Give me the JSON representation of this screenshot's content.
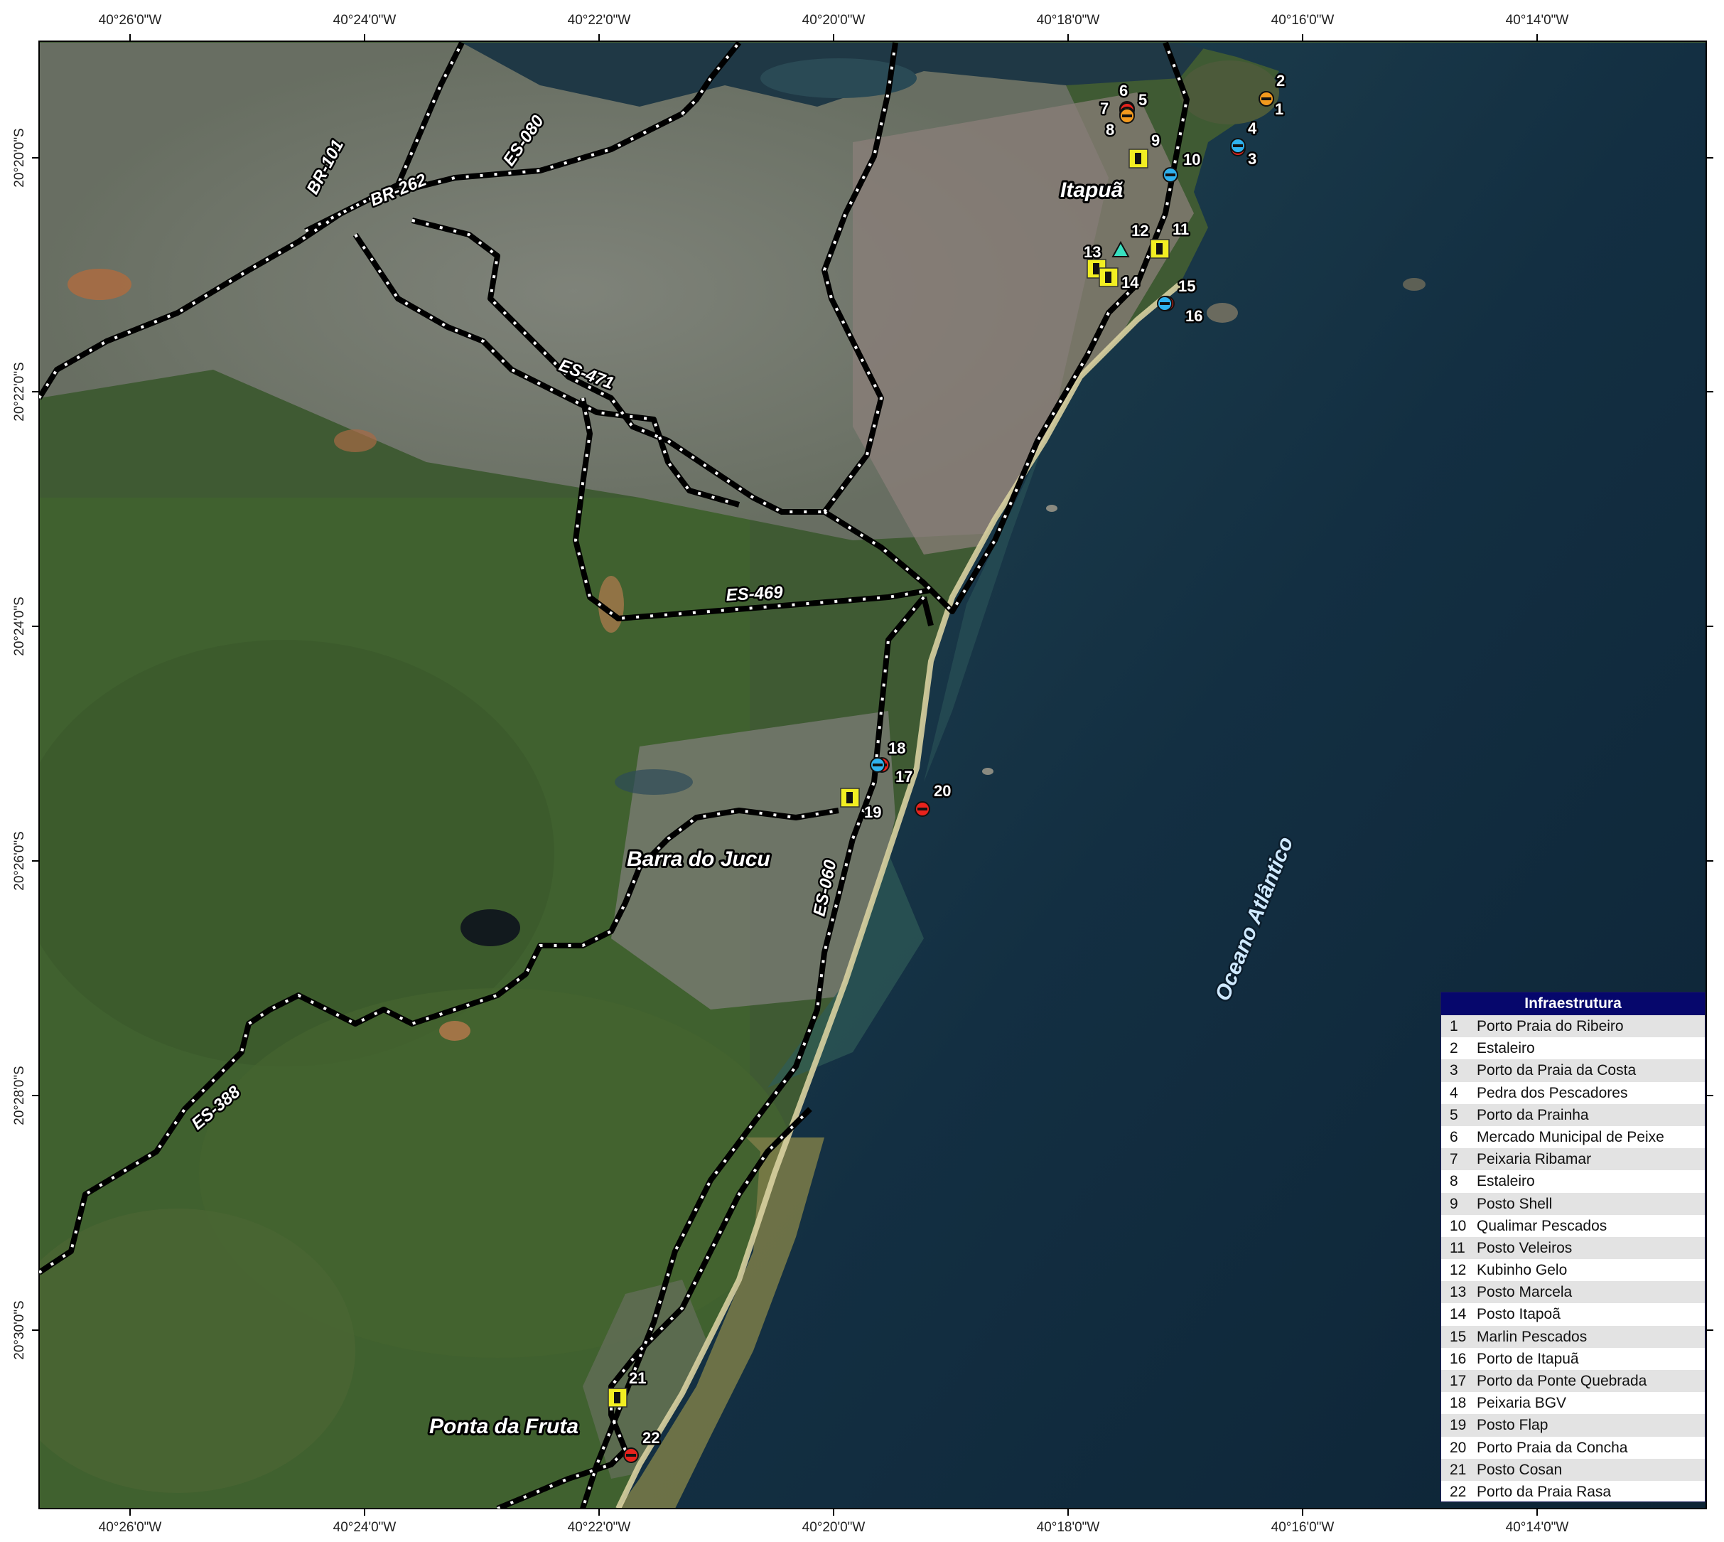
{
  "coords": {
    "lon_labels": [
      "40°26'0\"W",
      "40°24'0\"W",
      "40°22'0\"W",
      "40°20'0\"W",
      "40°18'0\"W",
      "40°16'0\"W",
      "40°14'0\"W"
    ],
    "lat_labels": [
      "20°20'0\"S",
      "20°22'0\"S",
      "20°24'0\"S",
      "20°26'0\"S",
      "20°28'0\"S",
      "20°30'0\"S"
    ]
  },
  "places": {
    "itapua": "Itapuã",
    "barra": "Barra do Jucu",
    "ponta": "Ponta da Fruta",
    "ocean": "Oceano Atlântico"
  },
  "roads": {
    "br101": "BR-101",
    "br262": "BR-262",
    "es080": "ES-080",
    "es471": "ES-471",
    "es469": "ES-469",
    "es060": "ES-060",
    "es388": "ES-388"
  },
  "legend": {
    "title": "Infraestrutura",
    "items": [
      {
        "n": "1",
        "label": "Porto Praia do Ribeiro"
      },
      {
        "n": "2",
        "label": "Estaleiro"
      },
      {
        "n": "3",
        "label": "Porto da Praia da Costa"
      },
      {
        "n": "4",
        "label": "Pedra dos Pescadores"
      },
      {
        "n": "5",
        "label": "Porto da Prainha"
      },
      {
        "n": "6",
        "label": "Mercado Municipal de Peixe"
      },
      {
        "n": "7",
        "label": "Peixaria Ribamar"
      },
      {
        "n": "8",
        "label": "Estaleiro"
      },
      {
        "n": "9",
        "label": "Posto Shell"
      },
      {
        "n": "10",
        "label": "Qualimar Pescados"
      },
      {
        "n": "11",
        "label": "Posto Veleiros"
      },
      {
        "n": "12",
        "label": "Kubinho Gelo"
      },
      {
        "n": "13",
        "label": "Posto Marcela"
      },
      {
        "n": "14",
        "label": "Posto Itapoã"
      },
      {
        "n": "15",
        "label": "Marlin Pescados"
      },
      {
        "n": "16",
        "label": "Porto de Itapuã"
      },
      {
        "n": "17",
        "label": "Porto da Ponte Quebrada"
      },
      {
        "n": "18",
        "label": "Peixaria BGV"
      },
      {
        "n": "19",
        "label": "Posto Flap"
      },
      {
        "n": "20",
        "label": "Porto Praia da Concha"
      },
      {
        "n": "21",
        "label": "Posto Cosan"
      },
      {
        "n": "22",
        "label": "Porto da Praia Rasa"
      }
    ]
  },
  "marker_numbers": [
    "1",
    "2",
    "3",
    "4",
    "5",
    "6",
    "7",
    "8",
    "9",
    "10",
    "11",
    "12",
    "13",
    "14",
    "15",
    "16",
    "17",
    "18",
    "19",
    "20",
    "21",
    "22"
  ],
  "colors": {
    "port": "#e8231d",
    "fish_market": "#2fb2ee",
    "shipyard": "#f39a1e",
    "fuel": "#f2ee22",
    "ice": "#39e0c0",
    "legend_header": "#06076c"
  }
}
